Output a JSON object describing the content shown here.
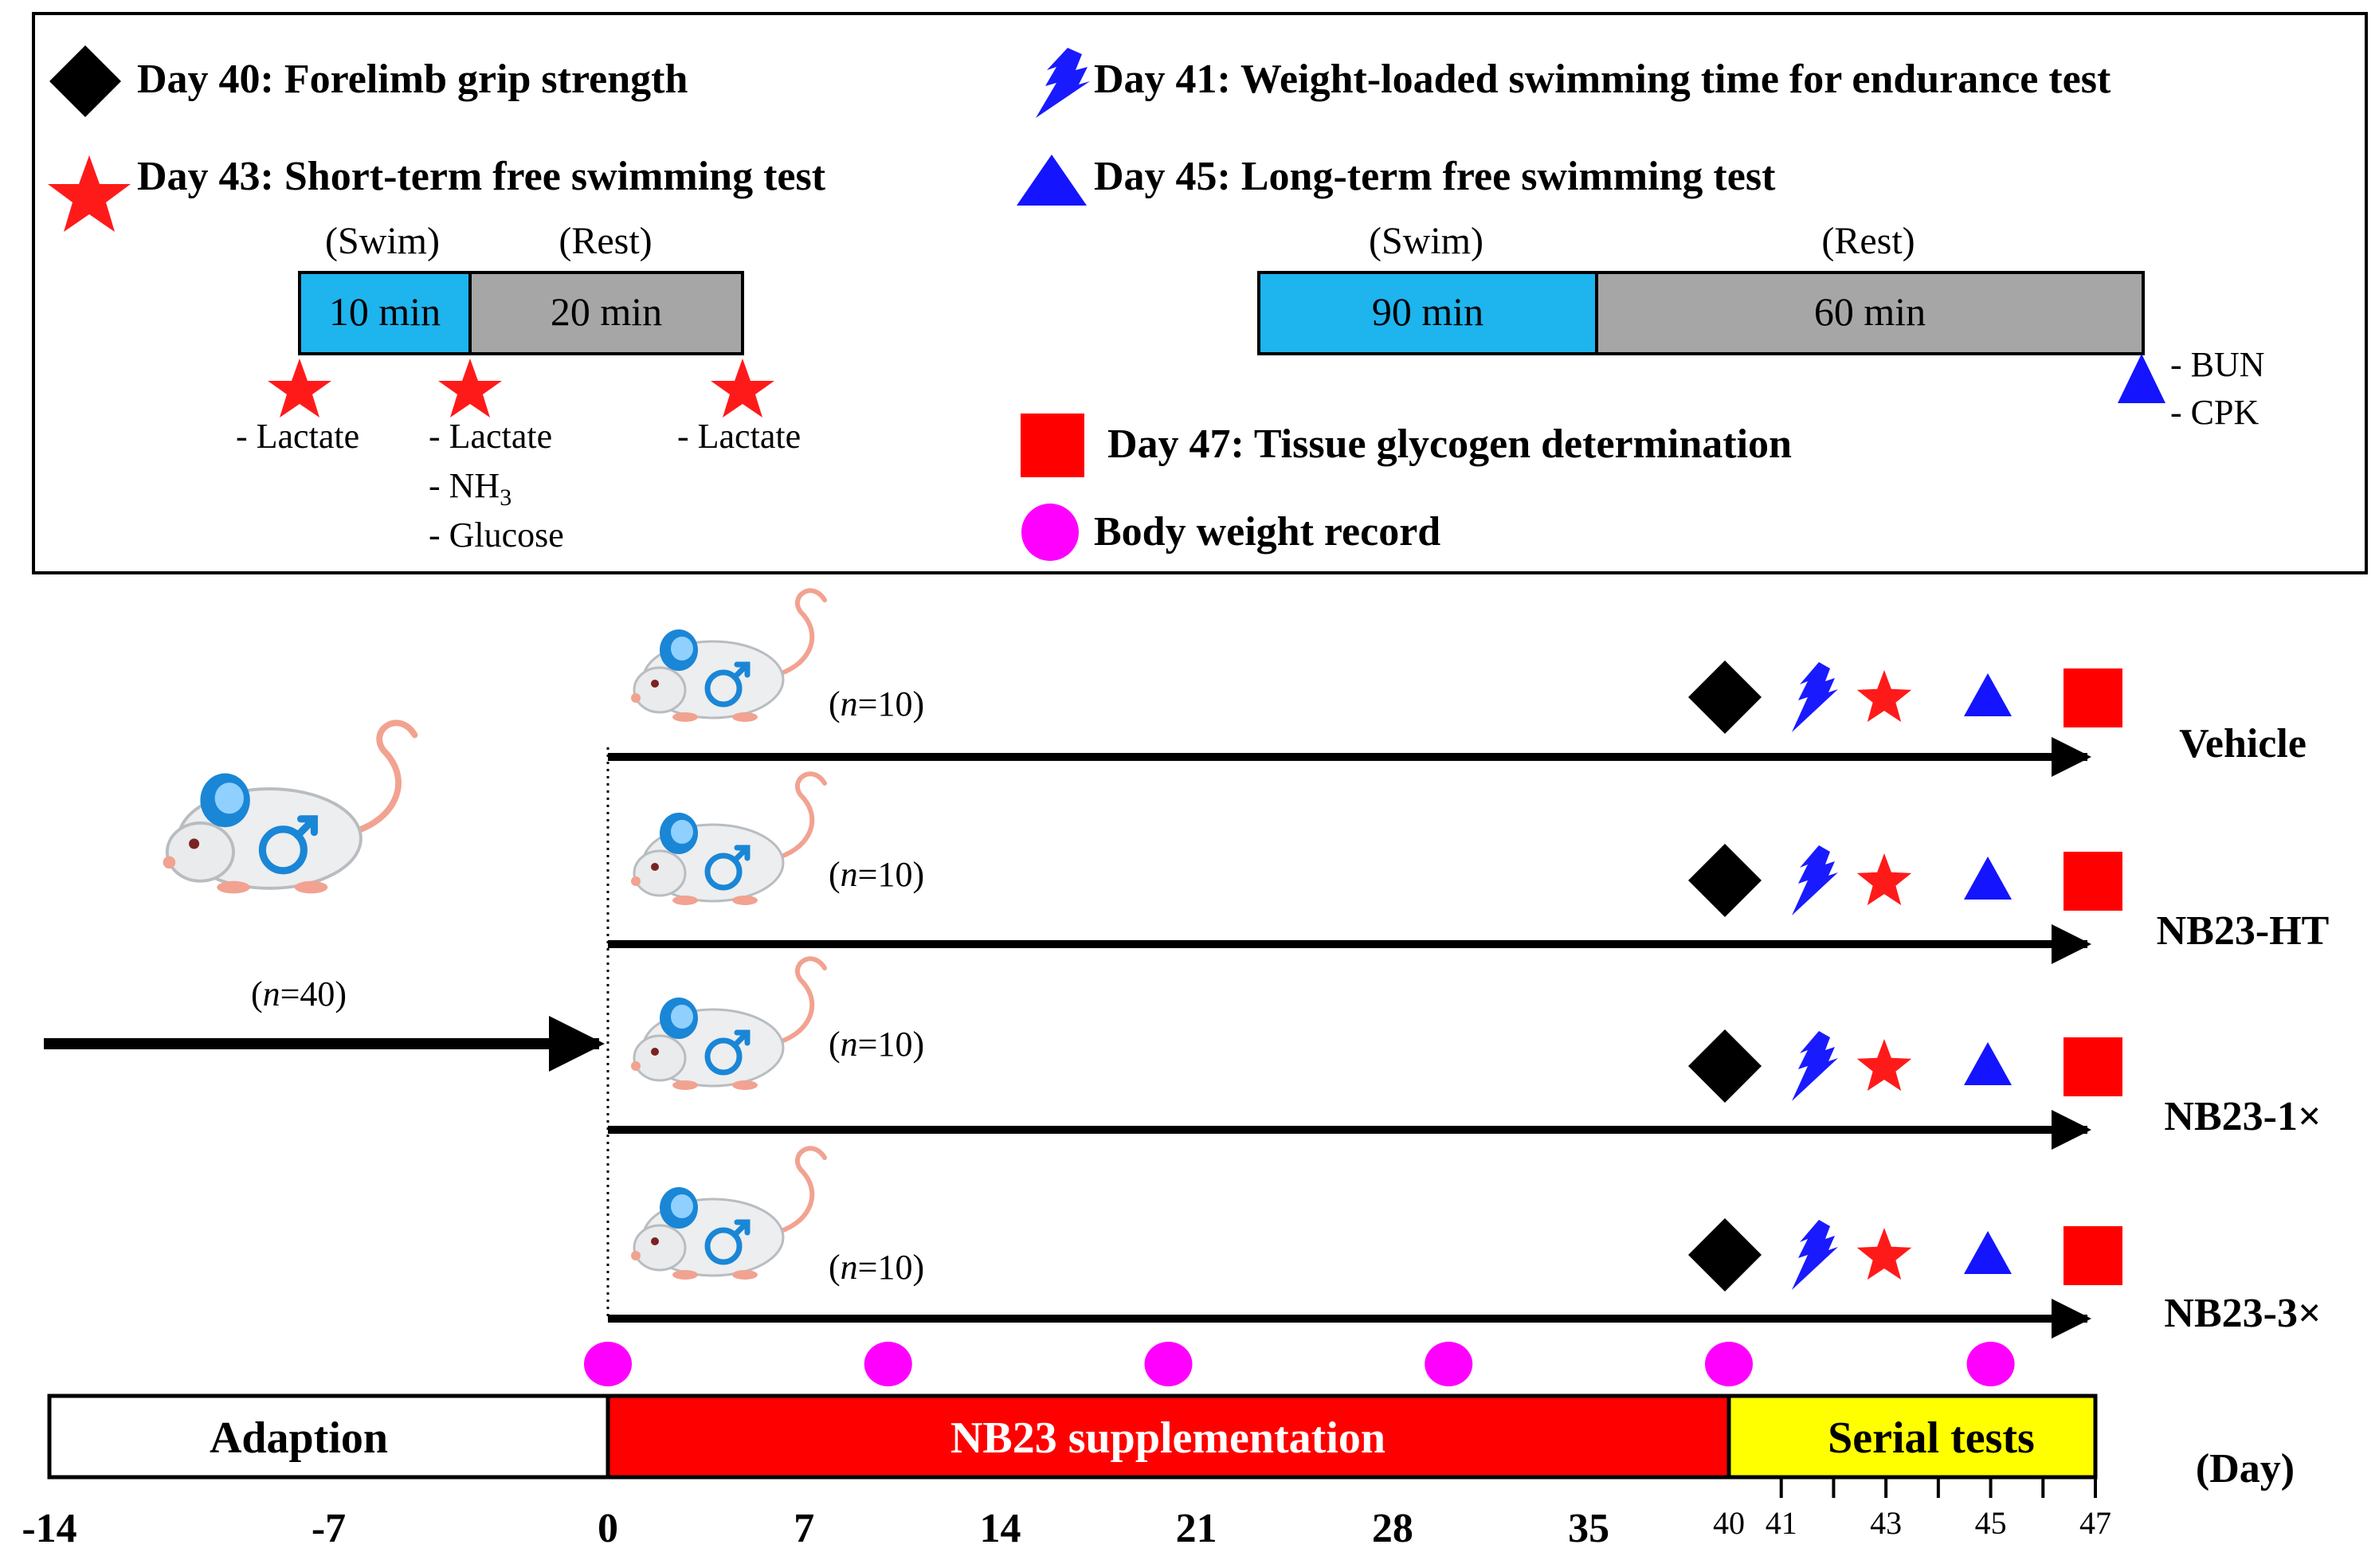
{
  "legend": {
    "items": [
      {
        "icon": "black-diamond",
        "text": "Day 40: Forelimb grip strength"
      },
      {
        "icon": "blue-lightning",
        "text": "Day 41: Weight-loaded swimming time for endurance test"
      },
      {
        "icon": "red-star",
        "text": "Day 43: Short-term free swimming test"
      },
      {
        "icon": "blue-triangle",
        "text": "Day 45: Long-term free swimming test"
      },
      {
        "icon": "red-square",
        "text": "Day 47: Tissue glycogen determination"
      },
      {
        "icon": "magenta-circle",
        "text": "Body weight record"
      }
    ],
    "short_test": {
      "swim_header": "(Swim)",
      "rest_header": "(Rest)",
      "swim_label": "10 min",
      "rest_label": "20 min",
      "samples_start": [
        "- Lactate"
      ],
      "samples_mid": [
        "- Lactate",
        "- NH",
        "- Glucose"
      ],
      "nh_subscript": "3",
      "samples_end": [
        "- Lactate"
      ]
    },
    "long_test": {
      "swim_header": "(Swim)",
      "rest_header": "(Rest)",
      "swim_label": "90 min",
      "rest_label": "60 min",
      "samples_end": [
        "- BUN",
        "- CPK"
      ]
    }
  },
  "animals": {
    "initial_n": "(n=40)",
    "group_n": "(n=10)"
  },
  "groups": [
    {
      "name": "Vehicle"
    },
    {
      "name": "NB23-HT"
    },
    {
      "name": "NB23-1×"
    },
    {
      "name": "NB23-3×"
    }
  ],
  "timeline": {
    "phases": [
      {
        "label": "Adaption",
        "color": "#ffffff",
        "text_color": "#000000"
      },
      {
        "label": "NB23 supplementation",
        "color": "#ff0000",
        "text_color": "#ffffff"
      },
      {
        "label": "Serial tests",
        "color": "#ffff00",
        "text_color": "#000000"
      }
    ],
    "unit_label": "(Day)",
    "ticks": [
      "-14",
      "-7",
      "0",
      "7",
      "14",
      "21",
      "28",
      "35",
      "40",
      "41",
      "43",
      "45",
      "47"
    ]
  },
  "colors": {
    "swim": "#1eb4ee",
    "rest": "#a6a6a6",
    "star": "#ff1a1a",
    "triangle": "#1414ff",
    "square": "#ff0000",
    "circle": "#ff00ff",
    "diamond": "#000000",
    "lightning": "#1a1aff"
  }
}
